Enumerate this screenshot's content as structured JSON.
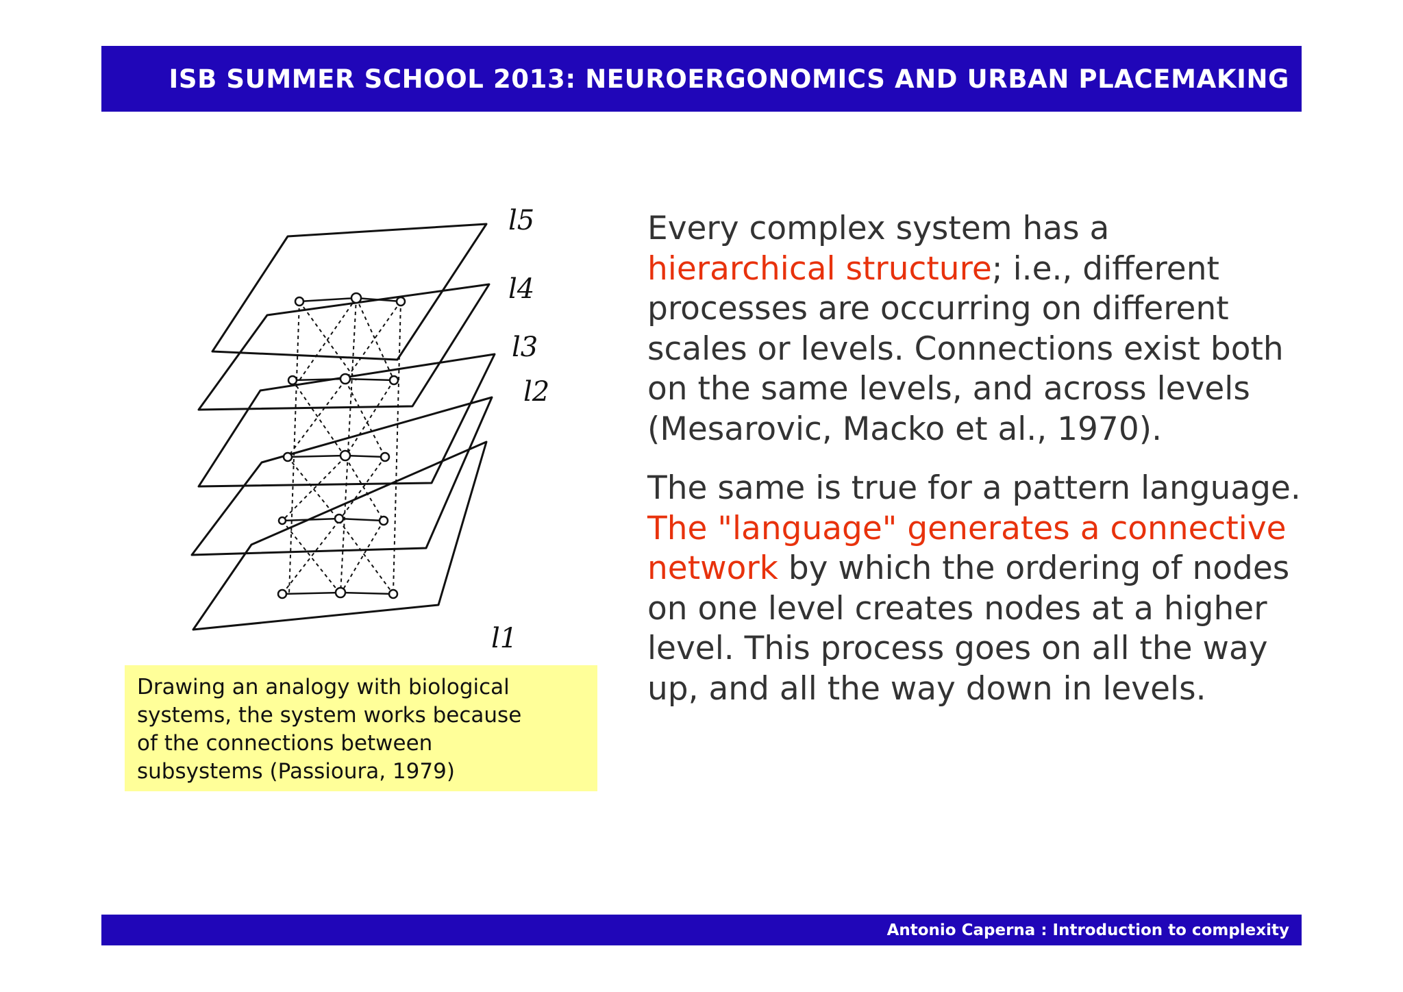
{
  "header": {
    "title": "ISB SUMMER SCHOOL 2013: NEUROERGONOMICS AND URBAN PLACEMAKING"
  },
  "figure": {
    "level_labels": [
      "l5",
      "l4",
      "l3",
      "l2",
      "l1"
    ]
  },
  "caption": {
    "lines": [
      "Drawing an analogy with biological",
      "systems, the system works because",
      "of the connections between",
      "subsystems (Passioura, 1979)"
    ]
  },
  "body": {
    "p1": {
      "a": "Every complex system has a ",
      "highlight": "hierarchical structure",
      "b": "; i.e., different processes are occurring on different scales or levels. Connections exist both on the same levels, and across levels (Mesarovic, Macko et al., 1970)."
    },
    "p2": {
      "a": "The same is true for a pattern language. ",
      "highlight": "The \"language\" generates a connective network",
      "b": " by which the ordering of nodes on one level creates nodes at a higher level. This process goes on all the way up, and all the way down in levels."
    }
  },
  "colors": {
    "bar": "#2006b8",
    "highlight": "#e8320c",
    "caption_bg": "#ffff99",
    "text": "#333333"
  },
  "footer": {
    "text": "Antonio Caperna : Introduction to complexity"
  }
}
